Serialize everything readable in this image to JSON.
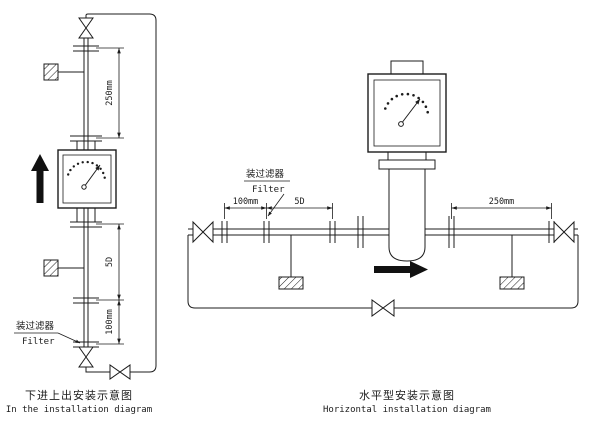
{
  "colors": {
    "line": "#1c1c1c",
    "background": "#ffffff",
    "arrow_fill": "#111111"
  },
  "left_diagram": {
    "dim_top": "250mm",
    "dim_mid": "5D",
    "dim_bottom": "100mm",
    "filter_cn": "装过滤器",
    "filter_en": "Filter",
    "caption_cn": "下进上出安装示意图",
    "caption_en": "In the installation diagram"
  },
  "right_diagram": {
    "dim_left": "100mm",
    "dim_mid": "5D",
    "dim_right": "250mm",
    "filter_cn": "装过滤器",
    "filter_en": "Filter",
    "caption_cn": "水平型安装示意图",
    "caption_en": "Horizontal installation diagram"
  }
}
